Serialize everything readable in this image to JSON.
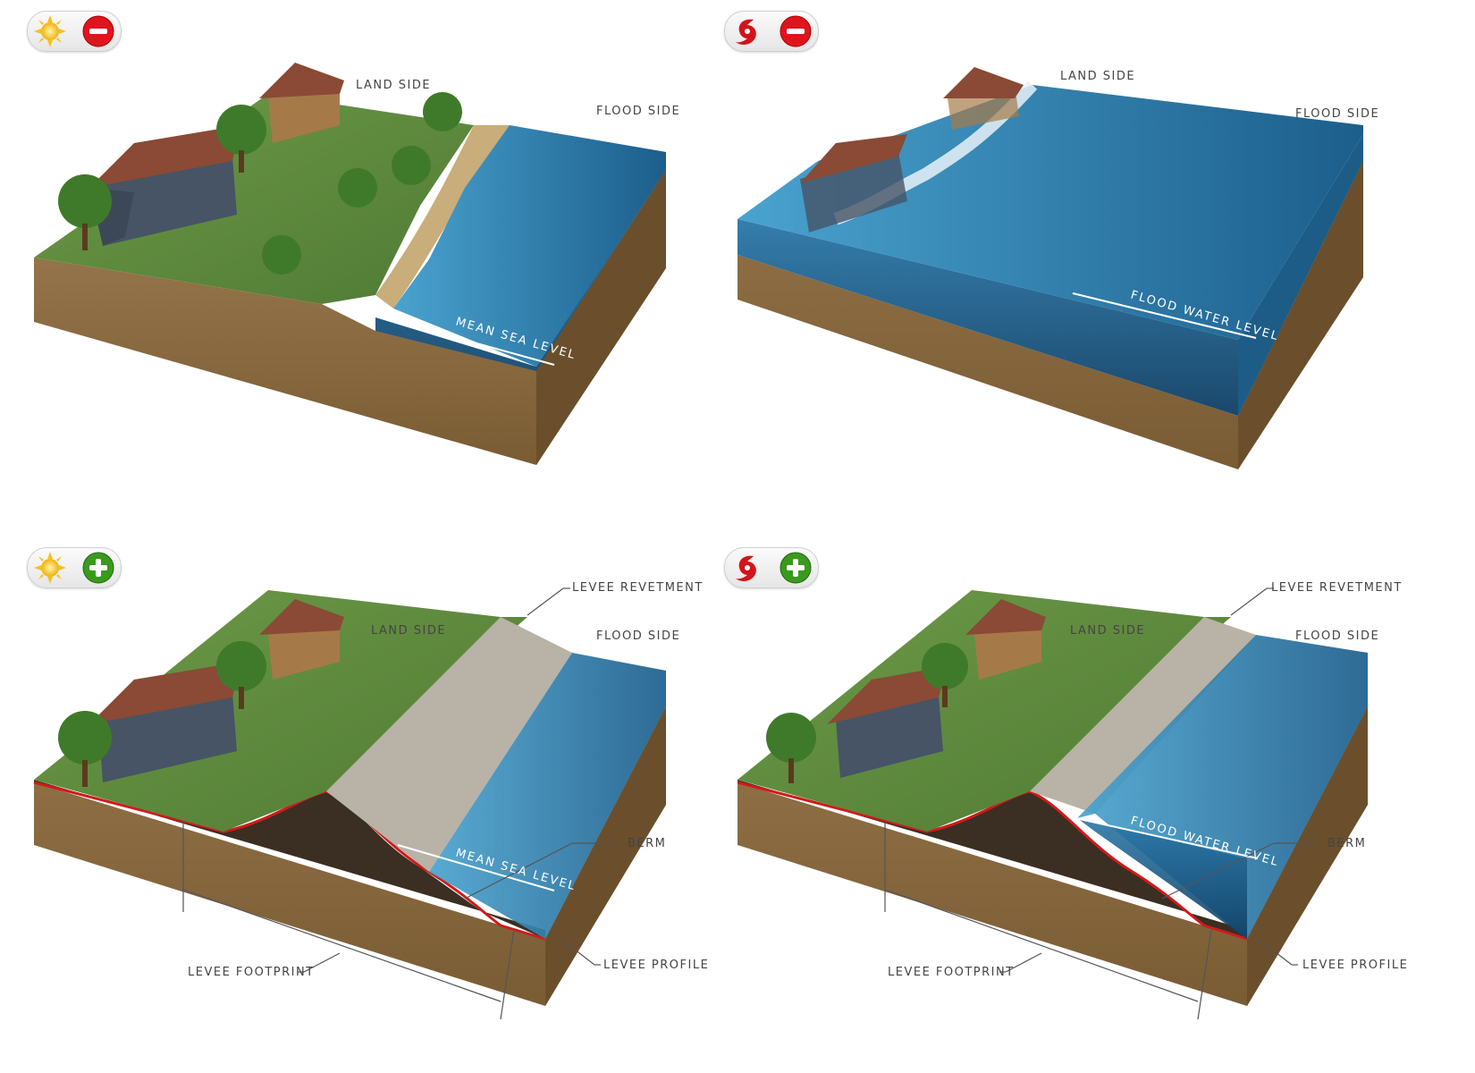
{
  "colors": {
    "grass": "#5f8a3e",
    "soil": "#8a6a3e",
    "water": "#2f7fb0",
    "roof": "#8a4a35",
    "house_wall": "#465466",
    "levee_profile": "#d11a1a",
    "revetment": "#b9b2a6",
    "minus_red": "#e0141e",
    "plus_green": "#3a9a1e",
    "sun": "#f5c21a"
  },
  "panels": [
    {
      "weather_icon": "sun-icon",
      "status_icon": "minus-icon",
      "labels": {
        "land_side": "LAND SIDE",
        "flood_side": "FLOOD SIDE",
        "water_level": "MEAN SEA LEVEL"
      }
    },
    {
      "weather_icon": "hurricane-icon",
      "status_icon": "minus-icon",
      "labels": {
        "land_side": "LAND SIDE",
        "flood_side": "FLOOD SIDE",
        "water_level": "FLOOD WATER LEVEL"
      }
    },
    {
      "weather_icon": "sun-icon",
      "status_icon": "plus-icon",
      "labels": {
        "land_side": "LAND SIDE",
        "flood_side": "FLOOD SIDE",
        "water_level": "MEAN SEA LEVEL",
        "revetment": "LEVEE REVETMENT",
        "berm": "BERM",
        "footprint": "LEVEE FOOTPRINT",
        "profile": "LEVEE PROFILE"
      }
    },
    {
      "weather_icon": "hurricane-icon",
      "status_icon": "plus-icon",
      "labels": {
        "land_side": "LAND SIDE",
        "flood_side": "FLOOD SIDE",
        "water_level": "FLOOD WATER LEVEL",
        "revetment": "LEVEE REVETMENT",
        "berm": "BERM",
        "footprint": "LEVEE FOOTPRINT",
        "profile": "LEVEE PROFILE"
      }
    }
  ]
}
